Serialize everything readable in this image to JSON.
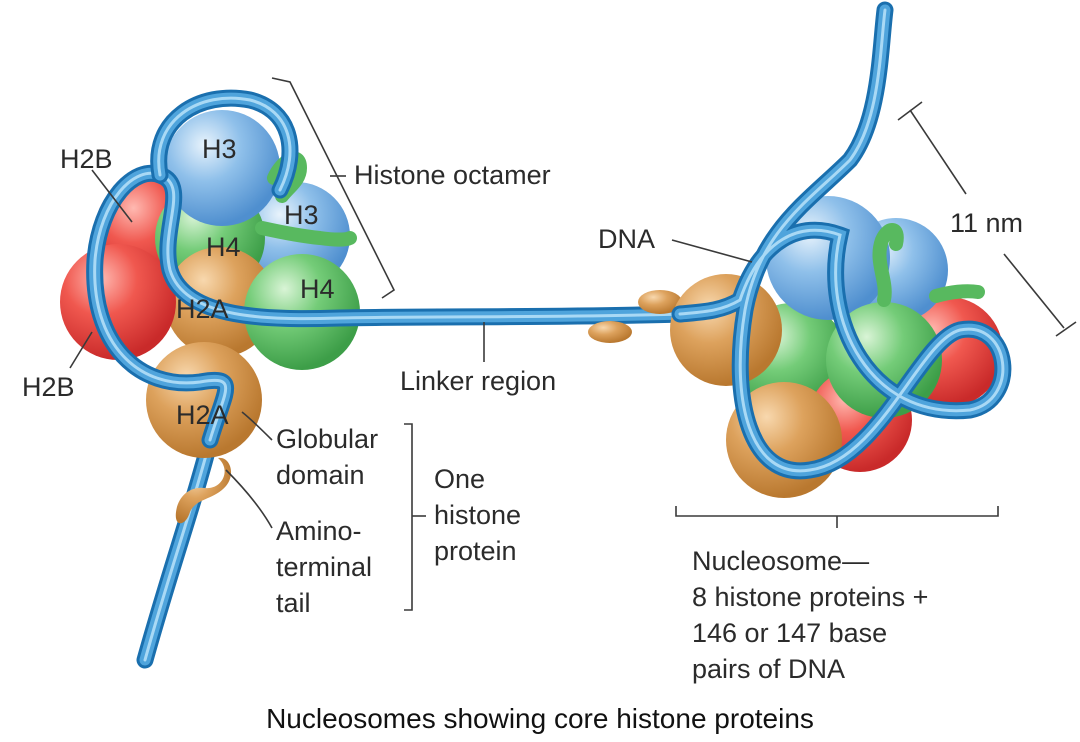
{
  "labels": {
    "h2b_top": "H2B",
    "h3_front": "H3",
    "h3_back": "H3",
    "h4_left": "H4",
    "h4_right": "H4",
    "h2a_mid": "H2A",
    "h2b_bottom": "H2B",
    "h2a_bottom": "H2A",
    "histone_octamer": "Histone octamer",
    "linker_region": "Linker region",
    "dna": "DNA",
    "eleven_nm": "11 nm",
    "globular_1": "Globular",
    "globular_2": "domain",
    "amino_1": "Amino-",
    "amino_2": "terminal",
    "amino_3": "tail",
    "one_1": "One",
    "one_2": "histone",
    "one_3": "protein",
    "nuc_1": "Nucleosome—",
    "nuc_2": "8 histone proteins +",
    "nuc_3": "146 or 147 base",
    "nuc_4": "pairs of DNA"
  },
  "caption": "Nucleosomes showing core histone proteins",
  "colors": {
    "dna": "#1f7fc4",
    "dna_highlight": "#9fd2f2",
    "h2a": "#d89a52",
    "h2b": "#e0403e",
    "h3": "#7fb6e6",
    "h4": "#67c46e"
  }
}
